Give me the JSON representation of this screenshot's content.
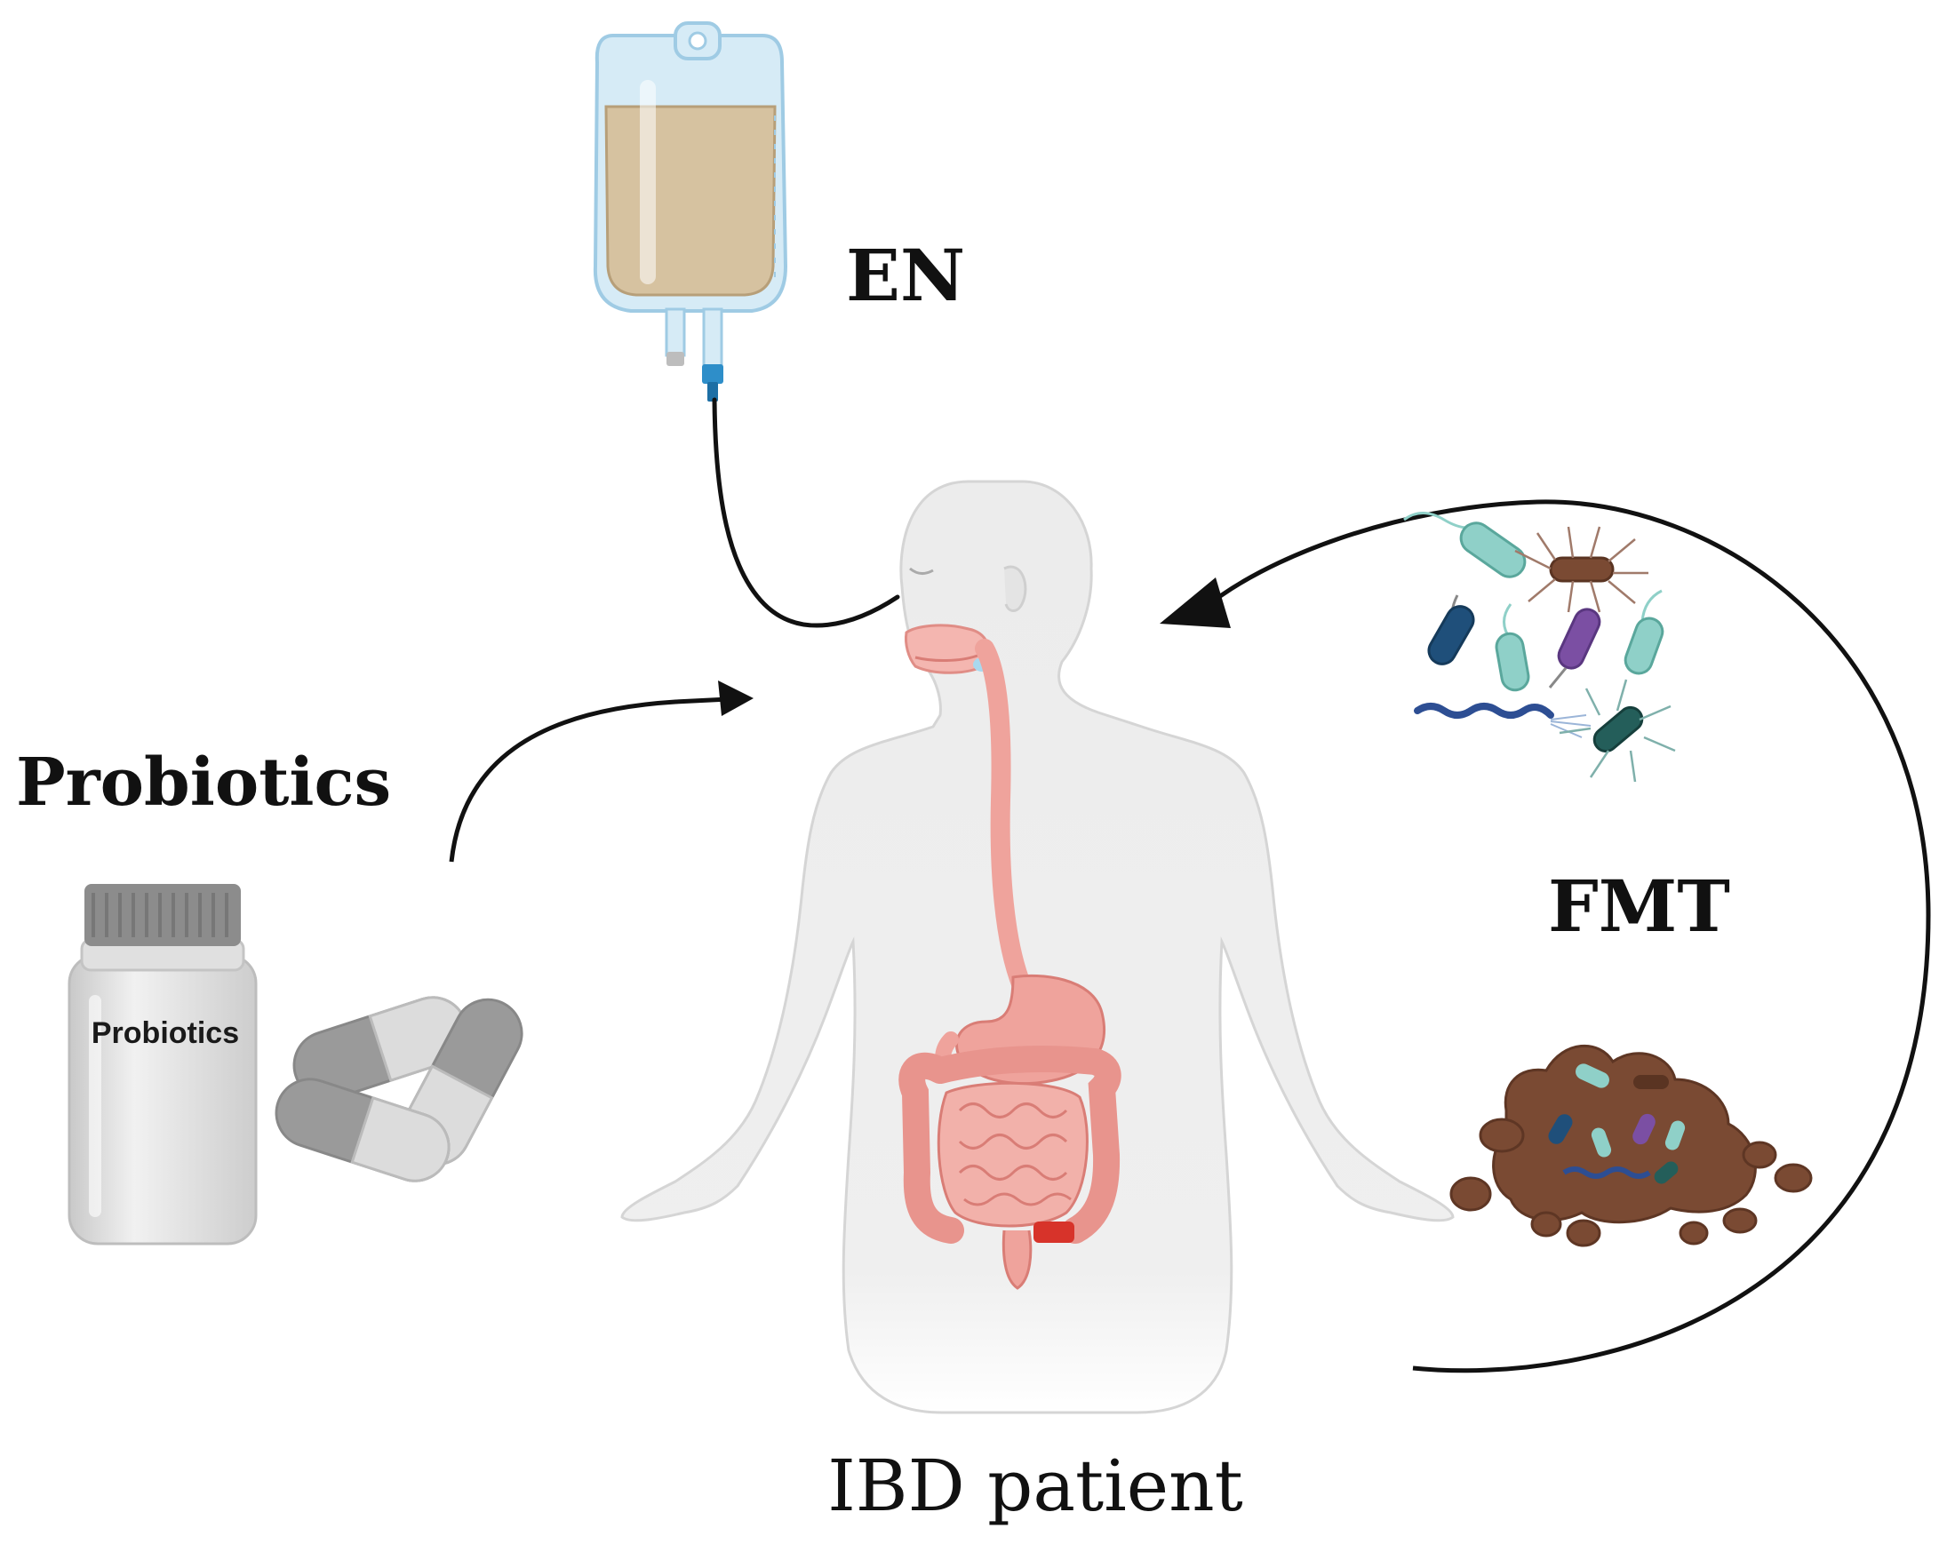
{
  "labels": {
    "en": "EN",
    "probiotics_heading": "Probiotics",
    "bottle_label": "Probiotics",
    "fmt": "FMT",
    "patient": "IBD patient"
  },
  "colors": {
    "arrow": "#111111",
    "en_liquid": "#d6c2a0",
    "iv_bag": "#cfe6f3",
    "gi_tract": "#efa39c",
    "stool": "#7a4a33",
    "body": "#eeeeee"
  },
  "icons": {
    "en": "iv-feeding-bag-icon",
    "probiotics": "pill-bottle-and-capsules-icon",
    "fmt": "bacteria-and-stool-icon",
    "patient": "human-body-with-gi-tract-icon"
  }
}
